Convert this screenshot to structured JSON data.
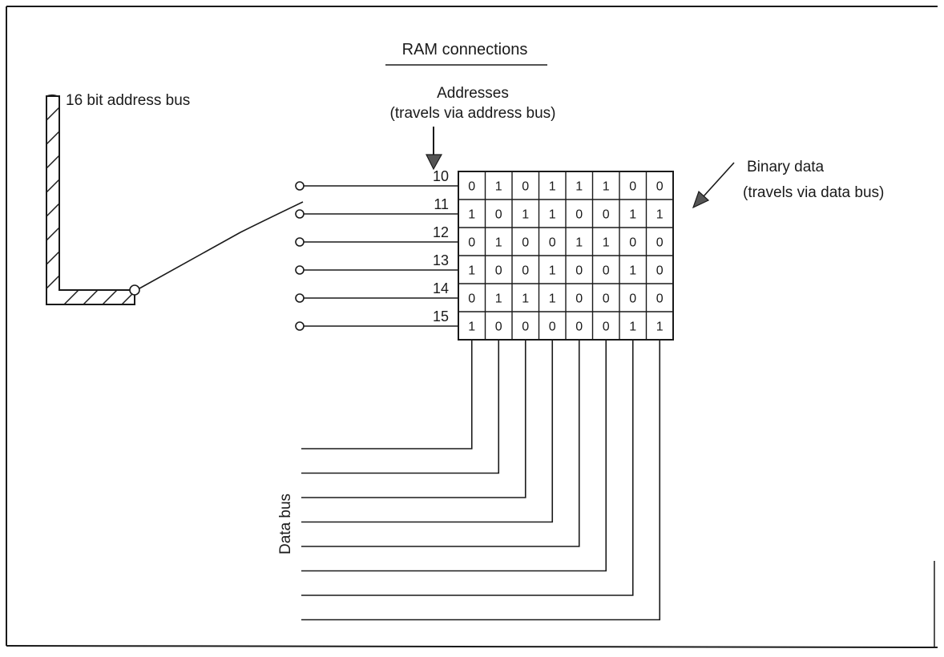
{
  "title": "RAM connections",
  "address_bus_label": "16 bit address bus",
  "addresses_label": {
    "line1": "Addresses",
    "line2": "(travels via address bus)"
  },
  "binary_data_label": {
    "line1": "Binary data",
    "line2": "(travels via data bus)"
  },
  "data_bus_label": "Data bus",
  "memory": [
    {
      "address": "10",
      "bits": [
        "0",
        "1",
        "0",
        "1",
        "1",
        "1",
        "0",
        "0"
      ]
    },
    {
      "address": "11",
      "bits": [
        "1",
        "0",
        "1",
        "1",
        "0",
        "0",
        "1",
        "1"
      ]
    },
    {
      "address": "12",
      "bits": [
        "0",
        "1",
        "0",
        "0",
        "1",
        "1",
        "0",
        "0"
      ]
    },
    {
      "address": "13",
      "bits": [
        "1",
        "0",
        "0",
        "1",
        "0",
        "0",
        "1",
        "0"
      ]
    },
    {
      "address": "14",
      "bits": [
        "0",
        "1",
        "1",
        "1",
        "0",
        "0",
        "0",
        "0"
      ]
    },
    {
      "address": "15",
      "bits": [
        "1",
        "0",
        "0",
        "0",
        "0",
        "0",
        "1",
        "1"
      ]
    }
  ]
}
